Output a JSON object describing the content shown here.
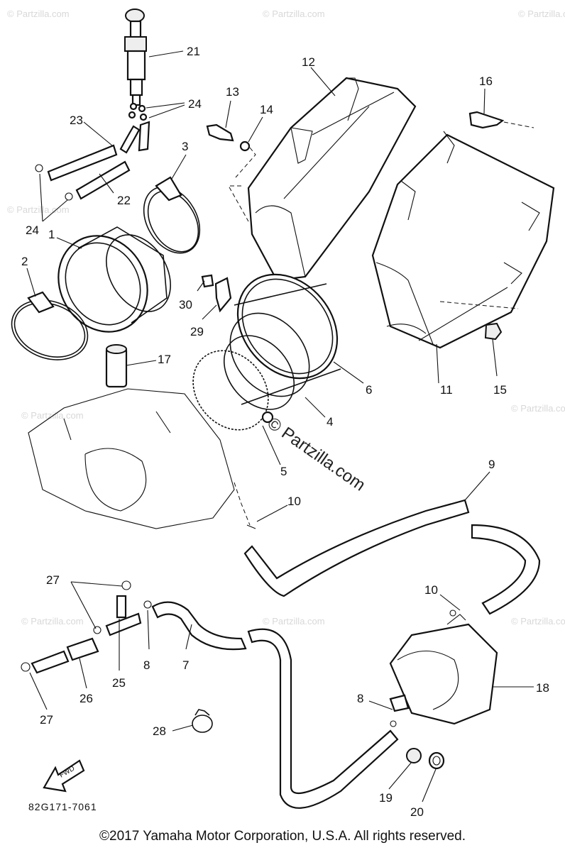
{
  "watermark": {
    "text": "© Partzilla.com",
    "center_text": "© Partzilla.com"
  },
  "diagram_code": "82G171-7061",
  "copyright": "©2017 Yamaha Motor Corporation, U.S.A. All rights reserved.",
  "fwd_label": "FWD",
  "callouts": {
    "c21": "21",
    "c24a": "24",
    "c12": "12",
    "c13": "13",
    "c14": "14",
    "c16": "16",
    "c23": "23",
    "c3": "3",
    "c22": "22",
    "c24b": "24",
    "c1": "1",
    "c2": "2",
    "c30": "30",
    "c29": "29",
    "c17": "17",
    "c6": "6",
    "c4": "4",
    "c11": "11",
    "c15": "15",
    "c5": "5",
    "c9": "9",
    "c10a": "10",
    "c27a": "27",
    "c10b": "10",
    "c8a": "8",
    "c7": "7",
    "c25": "25",
    "c26": "26",
    "c18": "18",
    "c27b": "27",
    "c8b": "8",
    "c28": "28",
    "c19": "19",
    "c20": "20"
  }
}
